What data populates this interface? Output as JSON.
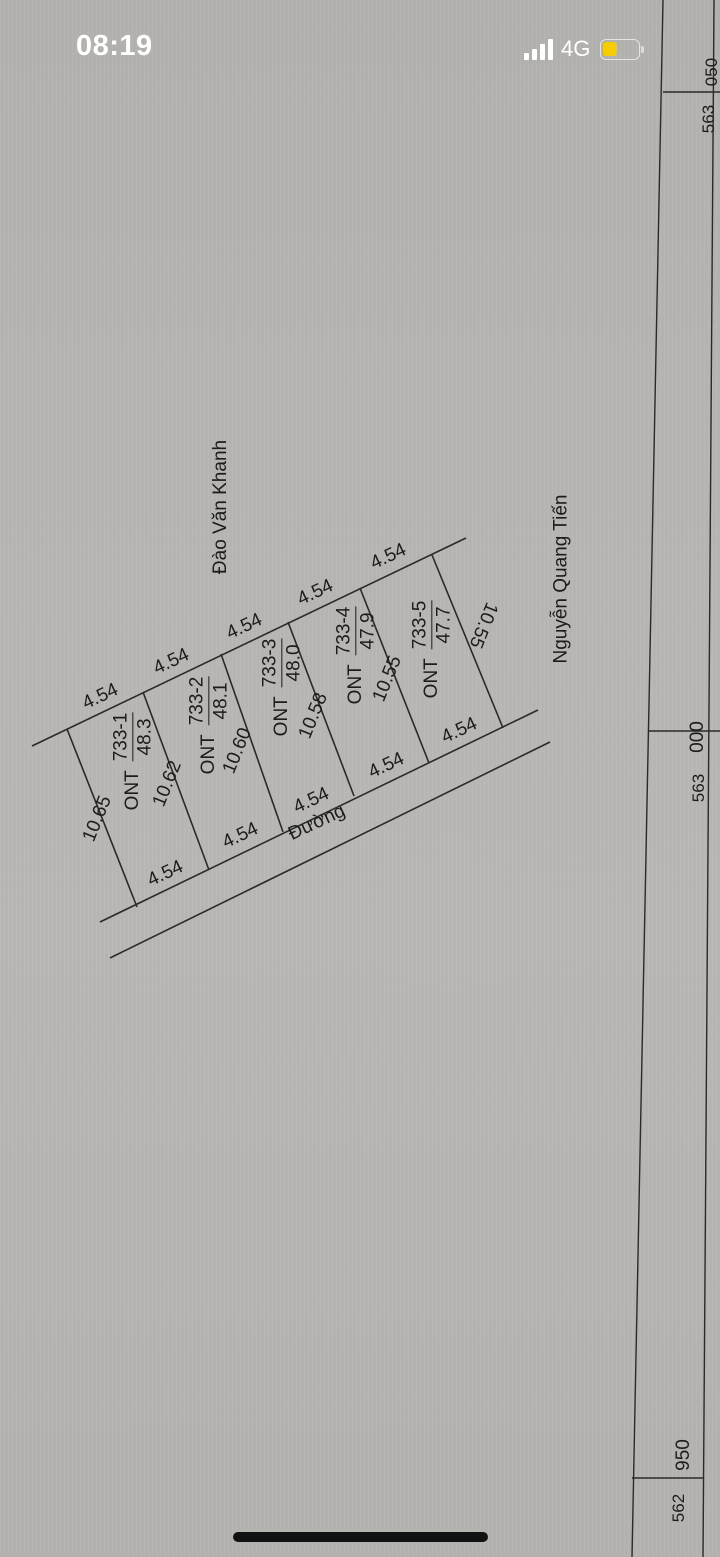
{
  "status_bar": {
    "time": "08:19",
    "network": "4G",
    "signal_bars": 4,
    "battery_color": "#f6cd00"
  },
  "map": {
    "road_label": "Đường",
    "neighbors": {
      "back": "Đào Văn Khanh",
      "side": "Nguyễn Quang Tiến"
    },
    "parcels": [
      {
        "id": "733-1",
        "use": "ONT",
        "area": "48.3",
        "side_left": "10.65",
        "front": "4.54",
        "back": "4.54"
      },
      {
        "id": "733-2",
        "use": "ONT",
        "area": "48.1",
        "side_left": "10.62",
        "front": "4.54",
        "back": "4.54"
      },
      {
        "id": "733-3",
        "use": "ONT",
        "area": "48.0",
        "side_left": "10.60",
        "front": "4.54",
        "back": "4.54"
      },
      {
        "id": "733-4",
        "use": "ONT",
        "area": "47.9",
        "side_left": "10.58",
        "front": "4.54",
        "back": "4.54"
      },
      {
        "id": "733-5",
        "use": "ONT",
        "area": "47.7",
        "side_left": "10.55",
        "side_right": "10.55",
        "front": "4.54",
        "back": "4.54"
      }
    ],
    "grid_coords": {
      "top_right_a": "563",
      "top_right_b": "050",
      "mid_right_a": "563",
      "mid_right_b": "000",
      "bottom_a": "562",
      "bottom_b": "950"
    },
    "line_color": "#2a2a2a"
  }
}
